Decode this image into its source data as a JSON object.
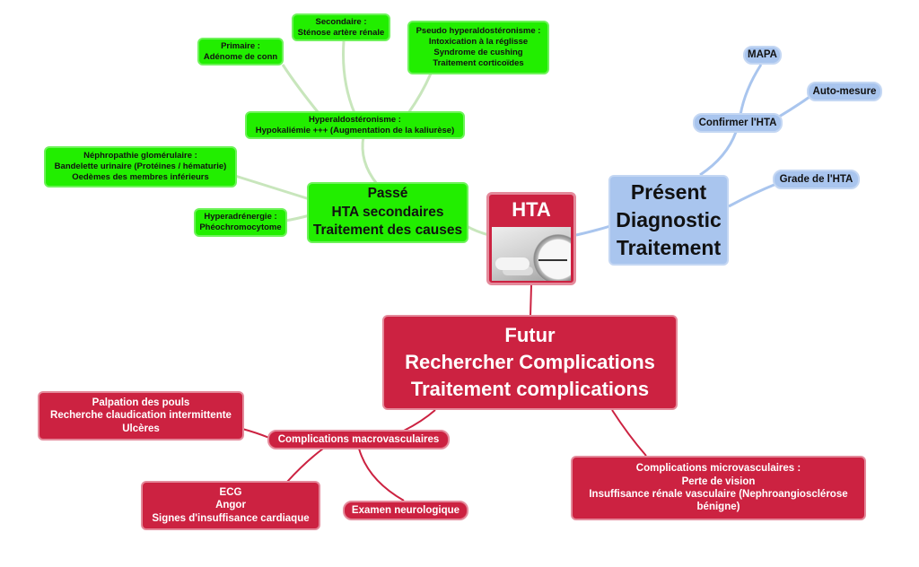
{
  "central": {
    "title": "HTA",
    "image": "blood-pressure-gauge-photo"
  },
  "past": {
    "main": [
      "Passé",
      "HTA secondaires",
      "Traitement des causes"
    ],
    "hyperaldo": [
      "Hyperaldostéronisme :",
      "Hypokaliémie +++ (Augmentation de la kaliurèse)"
    ],
    "primaire": [
      "Primaire :",
      "Adénome de conn"
    ],
    "secondaire": [
      "Secondaire :",
      "Sténose artère rénale"
    ],
    "pseudo": [
      "Pseudo hyperaldostéronisme :",
      "Intoxication à la réglisse",
      "Syndrome de cushing",
      "Traitement corticoïdes"
    ],
    "nephro": [
      "Néphropathie glomérulaire :",
      "Bandelette urinaire (Protéines / hématurie)",
      "Oedèmes des membres inférieurs"
    ],
    "hyperadren": [
      "Hyperadrénergie :",
      "Phéochromocytome"
    ]
  },
  "present": {
    "main": [
      "Présent",
      "Diagnostic",
      "Traitement"
    ],
    "confirm": "Confirmer l'HTA",
    "mapa": "MAPA",
    "auto": "Auto-mesure",
    "grade": "Grade de l'HTA"
  },
  "future": {
    "main": [
      "Futur",
      "Rechercher Complications",
      "Traitement complications"
    ],
    "macro": "Complications macrovasculaires",
    "palpation": [
      "Palpation des pouls",
      "Recherche claudication intermittente",
      "Ulcères"
    ],
    "ecg": [
      "ECG",
      "Angor",
      "Signes d'insuffisance cardiaque"
    ],
    "neuro": "Examen neurologique",
    "micro": [
      "Complications microvasculaires :",
      "Perte de vision",
      "Insuffisance rénale vasculaire (Nephroangiosclérose",
      "bénigne)"
    ]
  },
  "colors": {
    "past": "#22ee00",
    "present": "#a9c5ee",
    "future": "#cc2241",
    "past_link": "#c6e6b8",
    "present_link": "#a9c5ee",
    "future_link": "#cc2241"
  }
}
